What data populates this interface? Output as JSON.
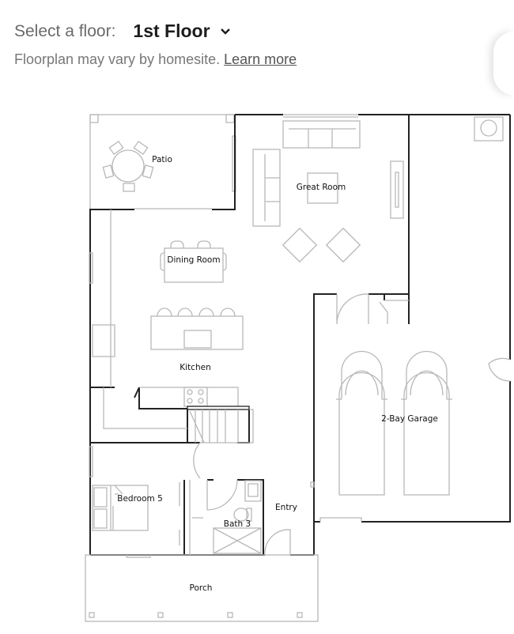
{
  "header": {
    "select_label": "Select a floor:",
    "selected_floor": "1st Floor",
    "dropdown_icon": "chevron-down-icon",
    "disclaimer": "Floorplan may vary by homesite.",
    "learn_more": "Learn more"
  },
  "floorplan": {
    "rooms": {
      "patio": "Patio",
      "great_room": "Great Room",
      "dining_room": "Dining Room",
      "kitchen": "Kitchen",
      "garage": "2-Bay Garage",
      "bedroom": "Bedroom 5",
      "bath": "Bath 3",
      "entry": "Entry",
      "porch": "Porch"
    }
  }
}
